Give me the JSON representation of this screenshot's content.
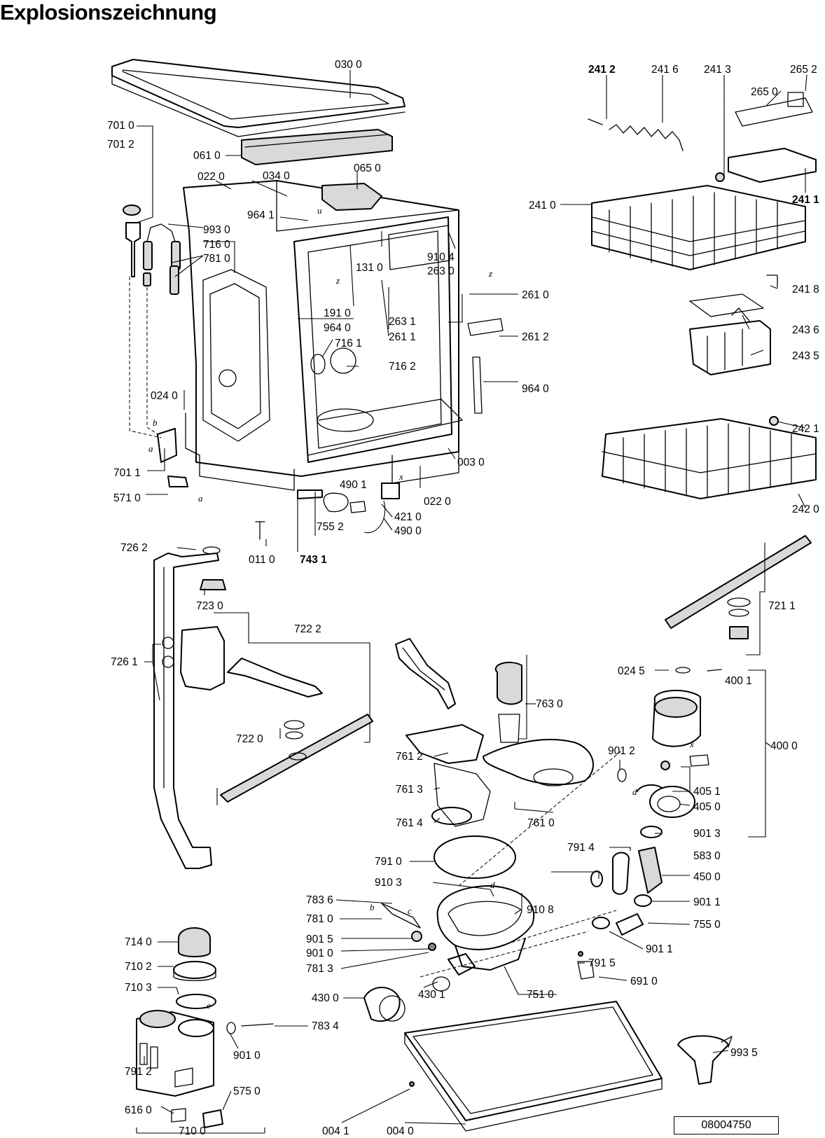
{
  "title": "Explosionszeichnung",
  "document_number": "08004750",
  "callouts": [
    {
      "id": "c0300",
      "text": "030 0"
    },
    {
      "id": "c0610",
      "text": "061 0"
    },
    {
      "id": "c0220a",
      "text": "022 0"
    },
    {
      "id": "c0340",
      "text": "034 0"
    },
    {
      "id": "c0650",
      "text": "065 0"
    },
    {
      "id": "c9641",
      "text": "964 1"
    },
    {
      "id": "c7010",
      "text": "701 0"
    },
    {
      "id": "c7012",
      "text": "701 2"
    },
    {
      "id": "c9930",
      "text": "993 0"
    },
    {
      "id": "c7160",
      "text": "716 0"
    },
    {
      "id": "c7810a",
      "text": "781 0"
    },
    {
      "id": "c1310",
      "text": "131 0"
    },
    {
      "id": "c9104",
      "text": "910 4"
    },
    {
      "id": "c2630",
      "text": "263 0"
    },
    {
      "id": "c2610",
      "text": "261 0"
    },
    {
      "id": "c1910",
      "text": "191 0"
    },
    {
      "id": "c2631",
      "text": "263 1"
    },
    {
      "id": "c9640a",
      "text": "964 0"
    },
    {
      "id": "c2611",
      "text": "261 1"
    },
    {
      "id": "c2612",
      "text": "261 2"
    },
    {
      "id": "c7161",
      "text": "716 1"
    },
    {
      "id": "c7162",
      "text": "716 2"
    },
    {
      "id": "c9640b",
      "text": "964 0"
    },
    {
      "id": "c0240",
      "text": "024 0"
    },
    {
      "id": "c0030",
      "text": "003 0"
    },
    {
      "id": "c7011",
      "text": "701 1"
    },
    {
      "id": "c4901",
      "text": "490 1"
    },
    {
      "id": "c0220b",
      "text": "022 0"
    },
    {
      "id": "c5710",
      "text": "571 0"
    },
    {
      "id": "c4210",
      "text": "421 0"
    },
    {
      "id": "c4900",
      "text": "490 0"
    },
    {
      "id": "c7552",
      "text": "755 2"
    },
    {
      "id": "c0110",
      "text": "011 0"
    },
    {
      "id": "c7431",
      "text": "743 1"
    },
    {
      "id": "c2412",
      "text": "241 2"
    },
    {
      "id": "c2416",
      "text": "241 6"
    },
    {
      "id": "c2413",
      "text": "241 3"
    },
    {
      "id": "c2652",
      "text": "265 2"
    },
    {
      "id": "c2650",
      "text": "265 0"
    },
    {
      "id": "c2411",
      "text": "241 1"
    },
    {
      "id": "c2410",
      "text": "241 0"
    },
    {
      "id": "c2418",
      "text": "241 8"
    },
    {
      "id": "c2436",
      "text": "243 6"
    },
    {
      "id": "c2435",
      "text": "243 5"
    },
    {
      "id": "c2421",
      "text": "242 1"
    },
    {
      "id": "c2420",
      "text": "242 0"
    },
    {
      "id": "c7262",
      "text": "726 2"
    },
    {
      "id": "c7230",
      "text": "723 0"
    },
    {
      "id": "c7222",
      "text": "722 2"
    },
    {
      "id": "c7261",
      "text": "726 1"
    },
    {
      "id": "c7220",
      "text": "722 0"
    },
    {
      "id": "c7211",
      "text": "721 1"
    },
    {
      "id": "c0245",
      "text": "024 5"
    },
    {
      "id": "c4001",
      "text": "400 1"
    },
    {
      "id": "c7630",
      "text": "763 0"
    },
    {
      "id": "c4000",
      "text": "400 0"
    },
    {
      "id": "c7612",
      "text": "761 2"
    },
    {
      "id": "c9012",
      "text": "901 2"
    },
    {
      "id": "c4051",
      "text": "405 1"
    },
    {
      "id": "c7613",
      "text": "761 3"
    },
    {
      "id": "c4050",
      "text": "405 0"
    },
    {
      "id": "c7614",
      "text": "761 4"
    },
    {
      "id": "c7610",
      "text": "761 0"
    },
    {
      "id": "c9013",
      "text": "901 3"
    },
    {
      "id": "c7910",
      "text": "791 0"
    },
    {
      "id": "c7914",
      "text": "791 4"
    },
    {
      "id": "c5830",
      "text": "583 0"
    },
    {
      "id": "c9103",
      "text": "910 3"
    },
    {
      "id": "c4500",
      "text": "450 0"
    },
    {
      "id": "c7836",
      "text": "783 6"
    },
    {
      "id": "c9108",
      "text": "910 8"
    },
    {
      "id": "c7810b",
      "text": "781 0"
    },
    {
      "id": "c9011a",
      "text": "901 1"
    },
    {
      "id": "c9015",
      "text": "901 5"
    },
    {
      "id": "c7550",
      "text": "755 0"
    },
    {
      "id": "c9010a",
      "text": "901 0"
    },
    {
      "id": "c9011b",
      "text": "901 1"
    },
    {
      "id": "c7813",
      "text": "781 3"
    },
    {
      "id": "c7915",
      "text": "791 5"
    },
    {
      "id": "c7510",
      "text": "751 0"
    },
    {
      "id": "c6910",
      "text": "691 0"
    },
    {
      "id": "c7140",
      "text": "714 0"
    },
    {
      "id": "c7102",
      "text": "710 2"
    },
    {
      "id": "c7103",
      "text": "710 3"
    },
    {
      "id": "c4300",
      "text": "430 0"
    },
    {
      "id": "c4301",
      "text": "430 1"
    },
    {
      "id": "c7834",
      "text": "783 4"
    },
    {
      "id": "c9935",
      "text": "993 5"
    },
    {
      "id": "c9010b",
      "text": "901 0"
    },
    {
      "id": "c7912",
      "text": "791 2"
    },
    {
      "id": "c5750",
      "text": "575 0"
    },
    {
      "id": "c6160",
      "text": "616 0"
    },
    {
      "id": "c7100",
      "text": "710 0"
    },
    {
      "id": "c0041",
      "text": "004 1"
    },
    {
      "id": "c0040",
      "text": "004 0"
    }
  ],
  "reference_letters": [
    {
      "id": "l1",
      "text": "u"
    },
    {
      "id": "l2",
      "text": "z"
    },
    {
      "id": "l3",
      "text": "z"
    },
    {
      "id": "l4",
      "text": "b"
    },
    {
      "id": "l5",
      "text": "a"
    },
    {
      "id": "l6",
      "text": "a"
    },
    {
      "id": "l7",
      "text": "x"
    },
    {
      "id": "l8",
      "text": "x"
    },
    {
      "id": "l9",
      "text": "d"
    },
    {
      "id": "l10",
      "text": "d"
    },
    {
      "id": "l11",
      "text": "b"
    },
    {
      "id": "l12",
      "text": "c"
    },
    {
      "id": "l13",
      "text": "e"
    }
  ]
}
